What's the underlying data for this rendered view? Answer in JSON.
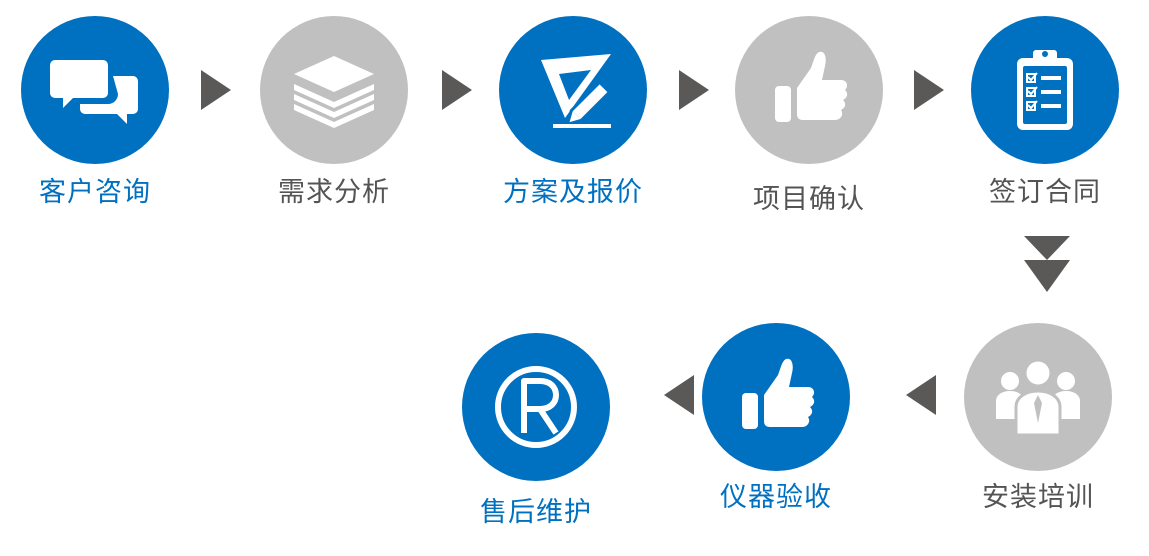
{
  "colors": {
    "blue": "#0070c0",
    "gray": "#c0c0c0",
    "arrow": "#5b5958",
    "text_dark": "#545454"
  },
  "steps": [
    {
      "label": "客户咨询",
      "icon": "chat-bubbles-icon",
      "tone": "blue"
    },
    {
      "label": "需求分析",
      "icon": "stacked-layers-icon",
      "tone": "gray"
    },
    {
      "label": "方案及报价",
      "icon": "ruler-pencil-icon",
      "tone": "blue"
    },
    {
      "label": "项目确认",
      "icon": "thumbs-up-icon",
      "tone": "gray"
    },
    {
      "label": "签订合同",
      "icon": "clipboard-checklist-icon",
      "tone": "blue"
    },
    {
      "label": "安装培训",
      "icon": "team-people-icon",
      "tone": "gray"
    },
    {
      "label": "仪器验收",
      "icon": "thumbs-up-icon",
      "tone": "blue"
    },
    {
      "label": "售后维护",
      "icon": "registered-mark-icon",
      "tone": "blue"
    }
  ]
}
